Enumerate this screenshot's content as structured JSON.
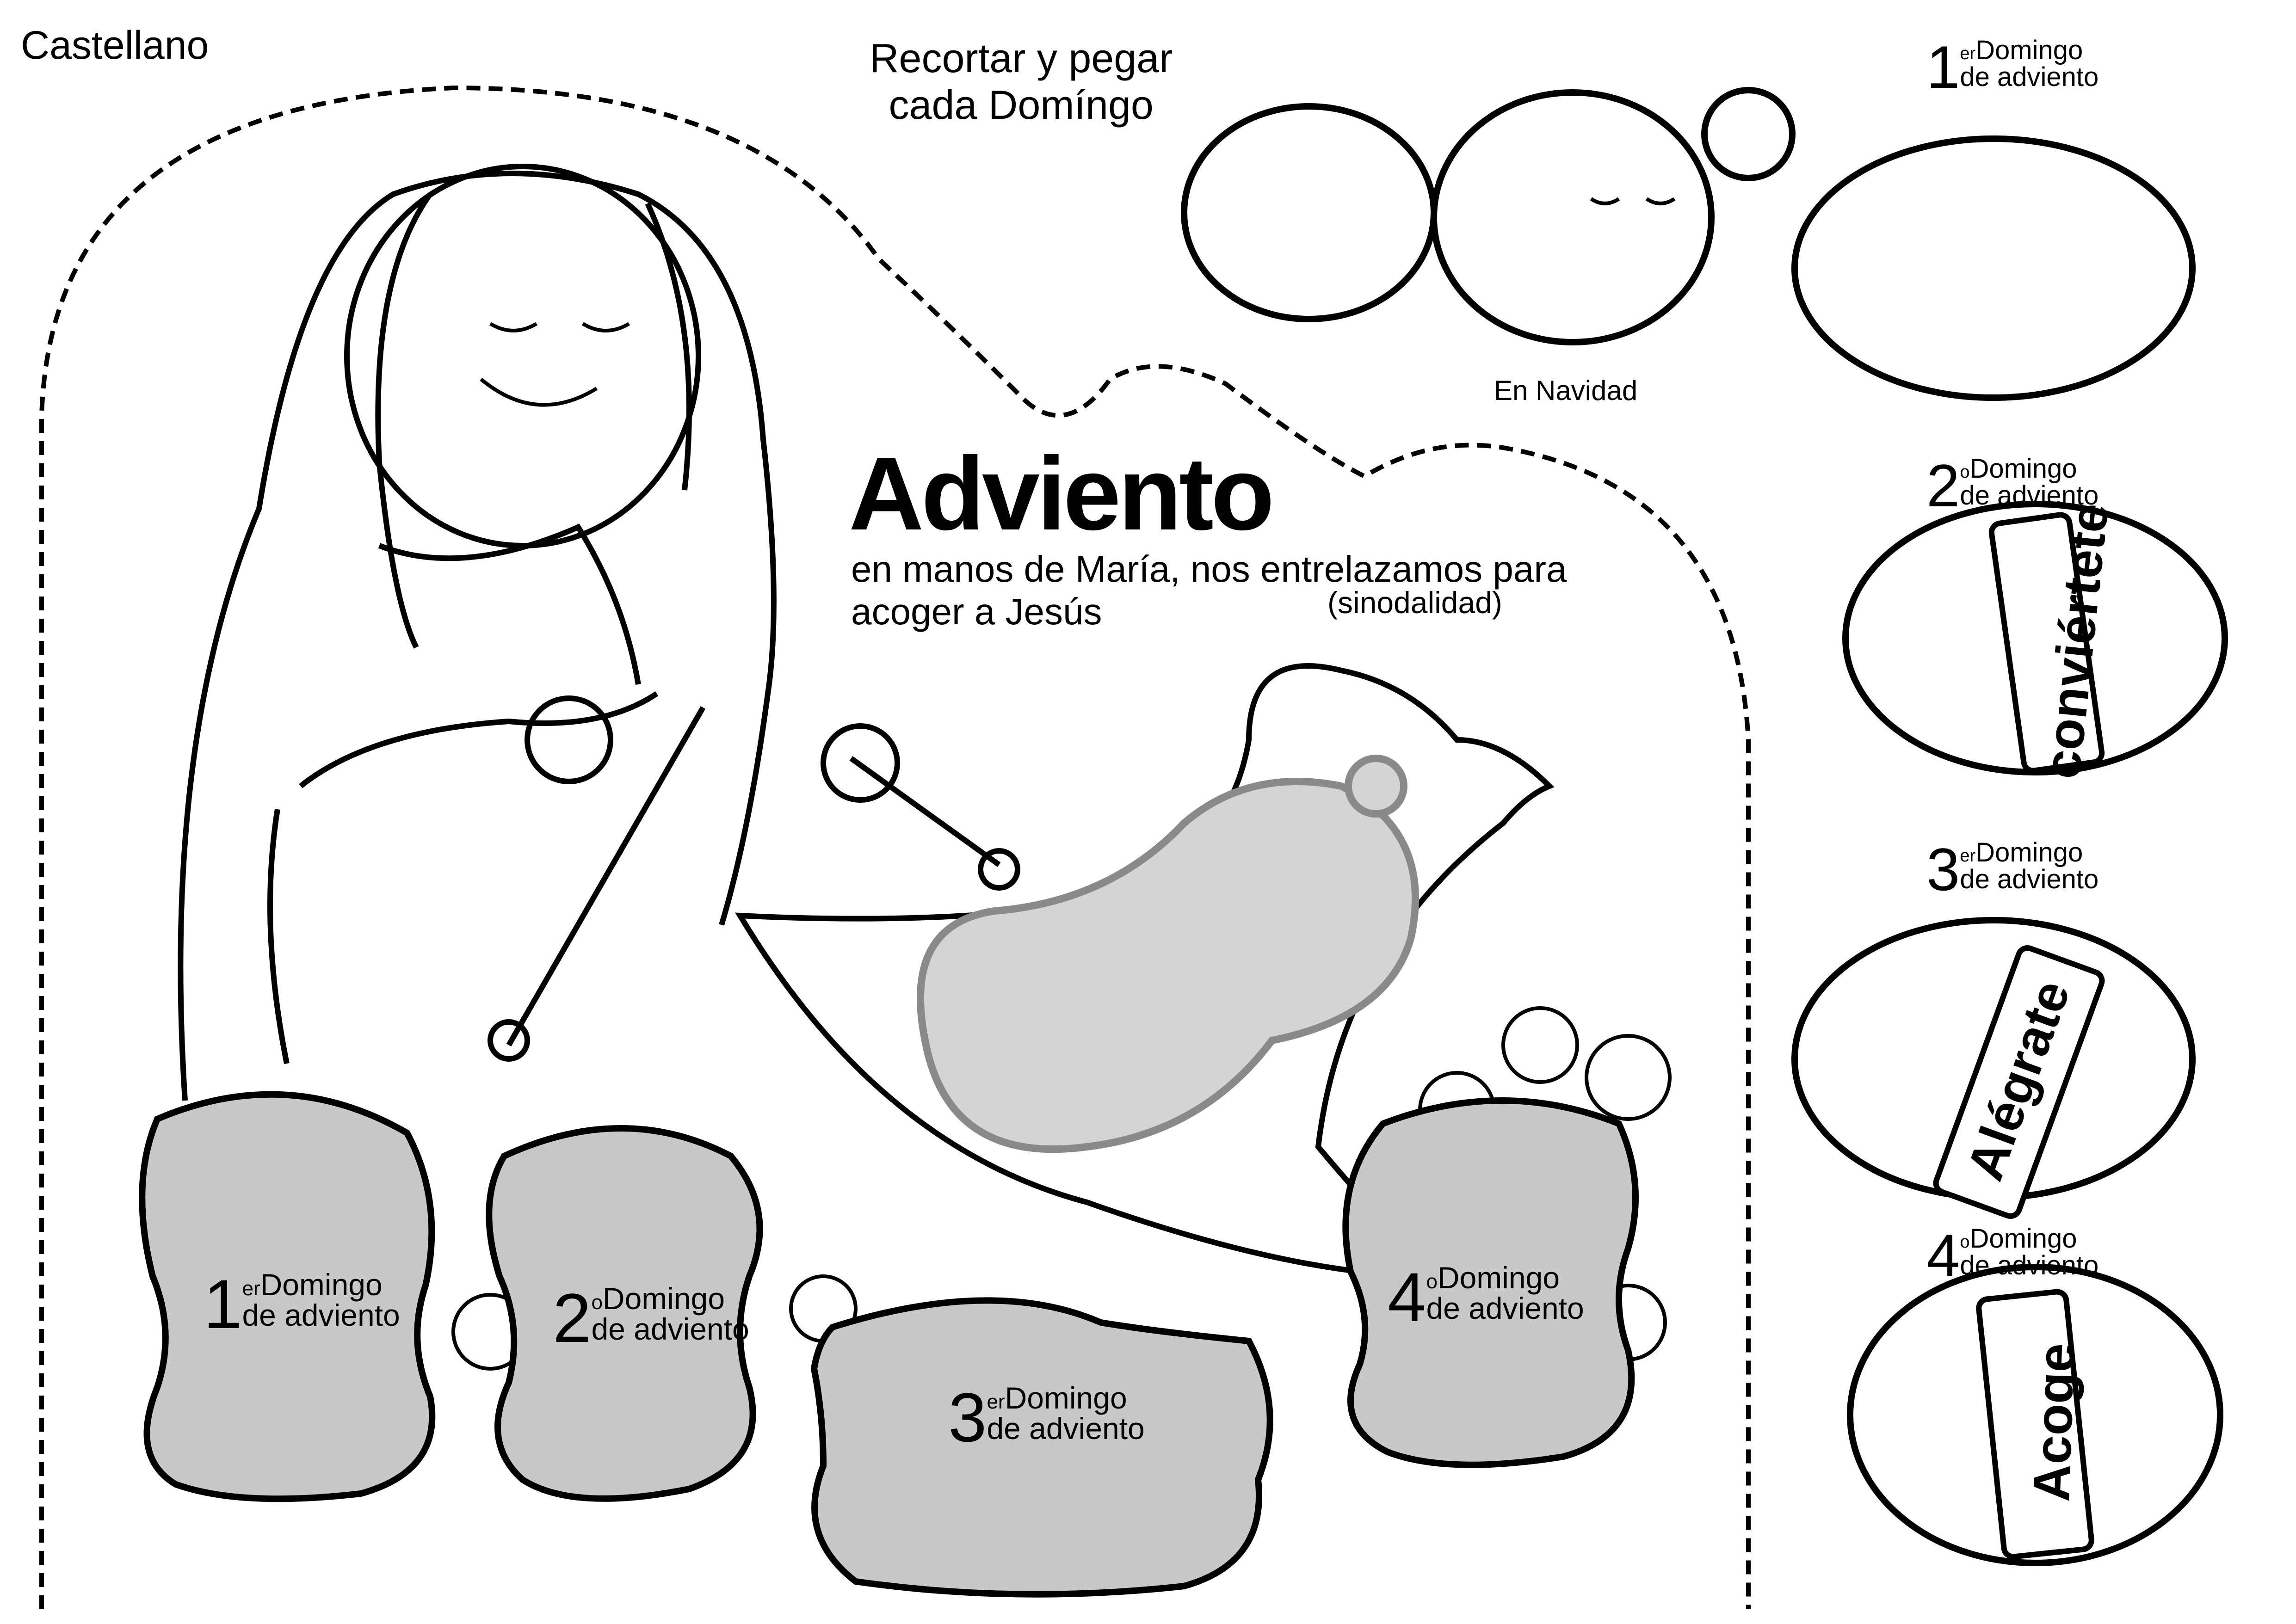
{
  "language_label": "Castellano",
  "instruction": [
    "Recortar y pegar",
    "cada Domíngo"
  ],
  "christmas_label": "En Navidad",
  "title": "Adviento",
  "subtitle": [
    "en manos de María, nos entrelazamos para",
    "acoger a Jesús"
  ],
  "subtitle_note": "(sinodalidad)",
  "sundays_side": [
    {
      "num": "1",
      "sup": "er",
      "line1": "Domingo",
      "line2": "de adviento"
    },
    {
      "num": "2",
      "sup": "o",
      "line1": "Domingo",
      "line2": "de adviento"
    },
    {
      "num": "3",
      "sup": "er",
      "line1": "Domingo",
      "line2": "de adviento"
    },
    {
      "num": "4",
      "sup": "o",
      "line1": "Domingo",
      "line2": "de adviento"
    }
  ],
  "sundays_slots": [
    {
      "num": "1",
      "sup": "er",
      "line1": "Domingo",
      "line2": "de adviento"
    },
    {
      "num": "2",
      "sup": "o",
      "line1": "Domingo",
      "line2": "de adviento"
    },
    {
      "num": "3",
      "sup": "er",
      "line1": "Domingo",
      "line2": "de adviento"
    },
    {
      "num": "4",
      "sup": "o",
      "line1": "Domingo",
      "line2": "de adviento"
    }
  ],
  "yarn_words": [
    "conviértete",
    "Alégrate",
    "Acoge"
  ],
  "colors": {
    "slot_fill": "#c8c8c8",
    "ink": "#000000",
    "paper": "#ffffff"
  }
}
